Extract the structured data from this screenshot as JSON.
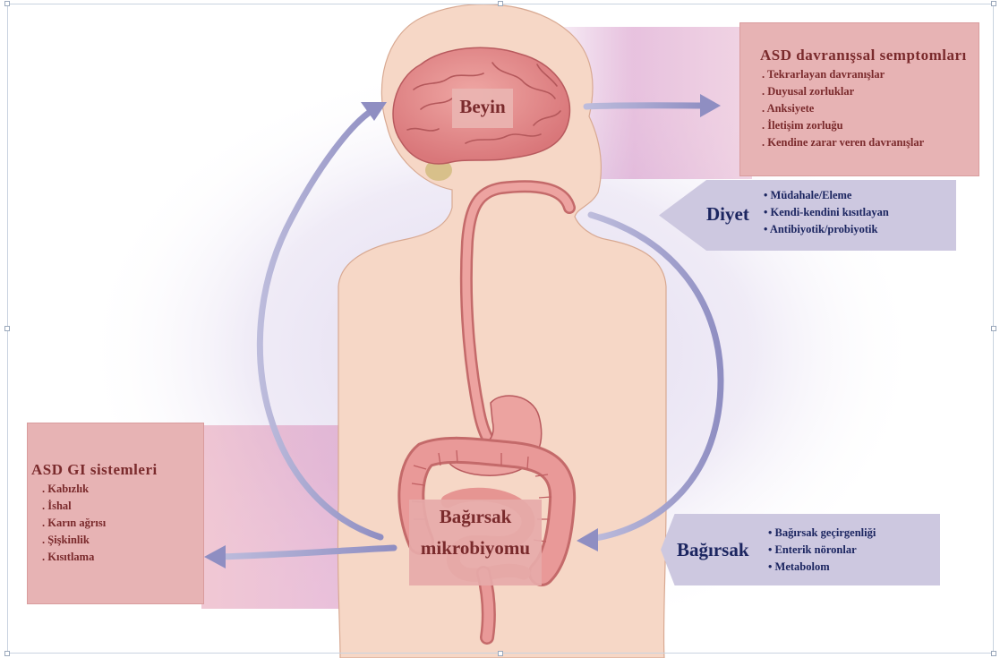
{
  "center_labels": {
    "brain": "Beyin",
    "gut_line1": "Bağırsak",
    "gut_line2": "mikrobiyomu"
  },
  "behavior_box": {
    "title": "ASD davranışsal semptomları",
    "items": [
      "Tekrarlayan davranışlar",
      "Duyusal zorluklar",
      "Anksiyete",
      "İletişim zorluğu",
      "Kendine zarar veren davranışlar"
    ]
  },
  "diet_box": {
    "label": "Diyet",
    "items": [
      "Müdahale/Eleme",
      "Kendi-kendini kısıtlayan",
      "Antibiyotik/probiyotik"
    ]
  },
  "gi_box": {
    "title": "ASD GI sistemleri",
    "items": [
      "Kabızlık",
      "İshal",
      "Karın ağrısı",
      "Şişkinlik",
      "Kısıtlama"
    ]
  },
  "gut_box": {
    "label": "Bağırsak",
    "items": [
      "Bağırsak geçirgenliği",
      "Enterik nöronlar",
      "Metabolom"
    ]
  },
  "colors": {
    "pink_box": "#e7b3b4",
    "lavender_box": "#cdc8e0",
    "maroon_text": "#7a2a2c",
    "navy_text": "#1b2560",
    "arrow": "#9d9cc8",
    "skin": "#f6d7c6"
  }
}
